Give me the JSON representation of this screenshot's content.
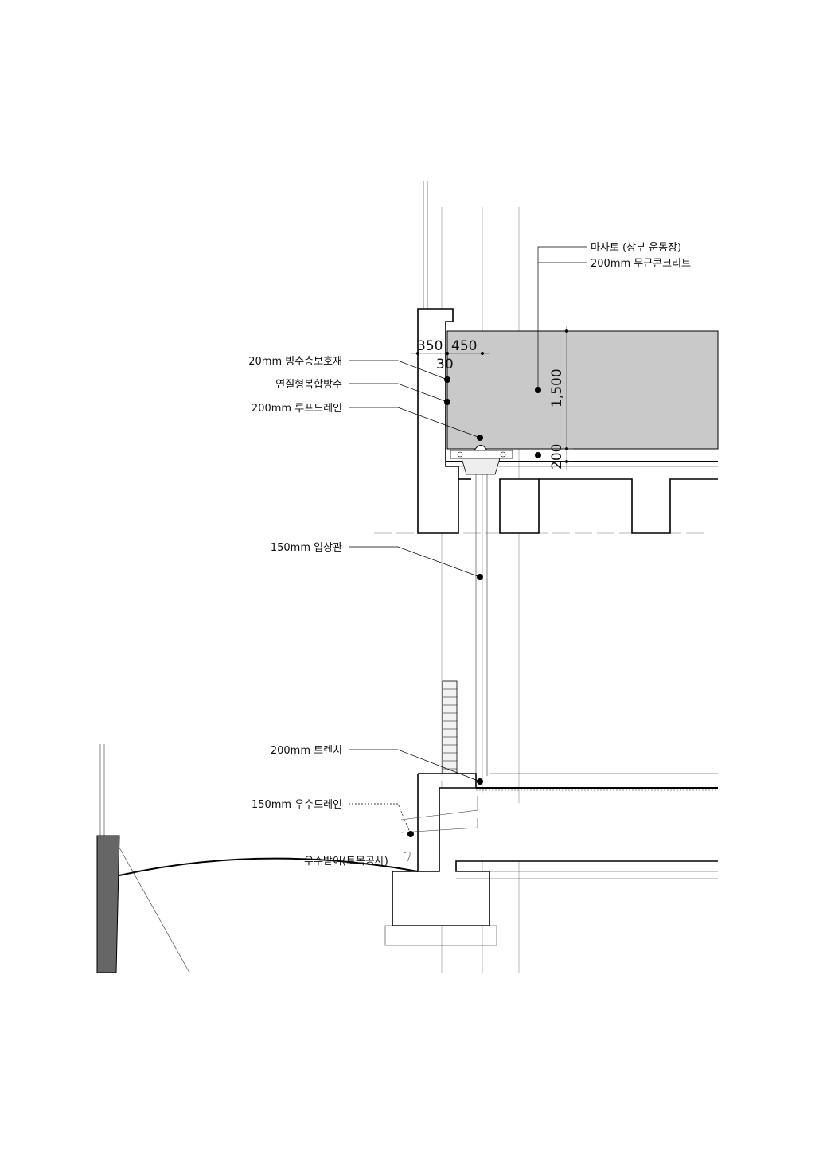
{
  "labels": {
    "soil": "마사토 (상부 운동장)",
    "concrete": "200mm 무근콘크리트",
    "protection": "20mm 빙수층보호재",
    "waterproof": "연질형복합방수",
    "roof_drain": "200mm 루프드레인",
    "riser": "150mm 입상관",
    "trench": "200mm 트렌치",
    "rain_drain": "150mm 우수드레인",
    "gutter": "우수받이(토목공사)"
  },
  "dimensions": {
    "d350": "350",
    "d450": "450",
    "d30": "30",
    "d1500": "1,500",
    "d200": "200"
  },
  "colors": {
    "soil_fill": "#c9c9c9",
    "retaining_wall": "#666666",
    "line": "#000000"
  }
}
